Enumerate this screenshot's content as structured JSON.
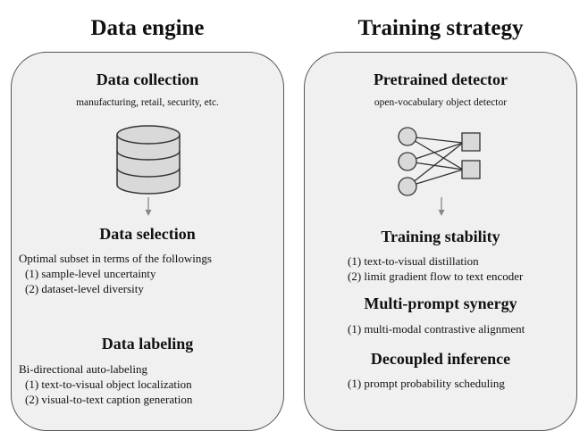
{
  "left": {
    "title": "Data engine",
    "collection": {
      "heading": "Data collection",
      "subtitle": "manufacturing, retail, security, etc.",
      "icon": "database-icon"
    },
    "selection": {
      "heading": "Data selection",
      "intro": "Optimal subset in terms of the followings",
      "items": [
        "(1) sample-level uncertainty",
        "(2) dataset-level diversity"
      ]
    },
    "labeling": {
      "heading": "Data labeling",
      "intro": "Bi-directional auto-labeling",
      "items": [
        "(1) text-to-visual object localization",
        "(2) visual-to-text caption generation"
      ]
    }
  },
  "right": {
    "title": "Training strategy",
    "detector": {
      "heading": "Pretrained detector",
      "subtitle": "open-vocabulary object detector",
      "icon": "network-icon"
    },
    "stability": {
      "heading": "Training stability",
      "items": [
        "(1) text-to-visual distillation",
        "(2) limit gradient flow to text encoder"
      ]
    },
    "synergy": {
      "heading": "Multi-prompt synergy",
      "items": [
        "(1) multi-modal contrastive alignment"
      ]
    },
    "inference": {
      "heading": "Decoupled inference",
      "items": [
        "(1) prompt probability scheduling"
      ]
    }
  },
  "colors": {
    "panel_fill": "#f0f0f0",
    "panel_border": "#555555",
    "icon_fill": "#d9d9d9",
    "arrow": "#888888"
  }
}
